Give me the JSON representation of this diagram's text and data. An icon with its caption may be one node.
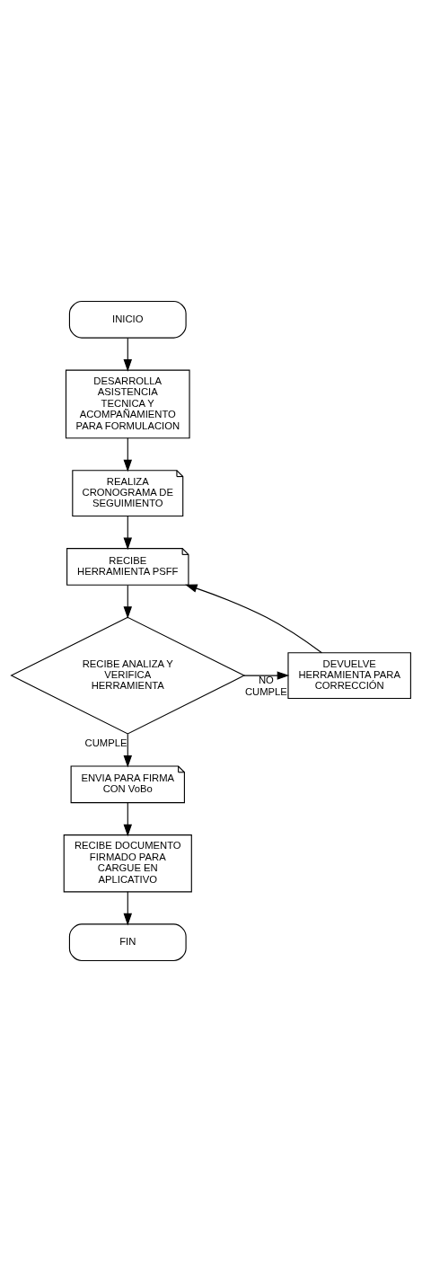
{
  "diagram": {
    "nodes": [
      {
        "text": [
          "INICIO"
        ]
      },
      {
        "text": [
          "DESARROLLA ASISTENCIA TECNICA Y ACOMPAÑAMIENTO PARA FORMULACION"
        ]
      },
      {
        "text": [
          "REALIZA CRONOGRAMA DE SEGUIMIENTO"
        ]
      },
      {
        "text": [
          "RECIBE HERRAMIENTA PSFF"
        ]
      },
      {
        "text": [
          "RECIBE ANALIZA Y VERIFICA HERRAMIENTA"
        ]
      },
      {
        "text": [
          "DEVUELVE HERRAMIENTA PARA CORRECCIÓN"
        ]
      },
      {
        "text": [
          "ENVIA PARA FIRMA CON VoBo"
        ]
      },
      {
        "text": [
          "RECIBE DOCUMENTO FIRMADO PARA CARGUE EN APLICATIVO"
        ]
      },
      {
        "text": [
          "FIN"
        ]
      }
    ],
    "edges": [
      {
        "from": 0,
        "to": 1,
        "arrow": "to"
      },
      {
        "from": 1,
        "to": 2,
        "arrow": "to"
      },
      {
        "from": 2,
        "to": 3,
        "arrow": "to"
      },
      {
        "from": 3,
        "to": 4,
        "arrow": "to"
      },
      {
        "from": 4,
        "to": 5,
        "arrow": "to",
        "label": "NO CUMPLE"
      },
      {
        "from": 5,
        "to": 3,
        "arrow": "to"
      },
      {
        "from": 4,
        "to": 6,
        "arrow": "to",
        "label": "CUMPLE"
      },
      {
        "from": 6,
        "to": 7,
        "arrow": "to"
      },
      {
        "from": 7,
        "to": 8,
        "arrow": "to"
      }
    ]
  }
}
